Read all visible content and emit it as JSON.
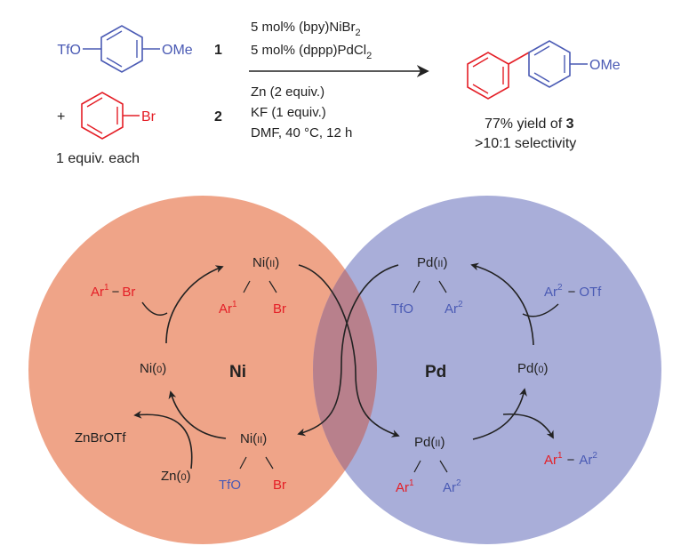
{
  "colors": {
    "ni_cycle_fill": "#efa488",
    "pd_cycle_fill": "#a9aed9",
    "overlap_fill": "#b8808c",
    "aryl_red": "#e41e26",
    "aryl_blue": "#4a5ab4",
    "text": "#222222"
  },
  "reaction": {
    "reactant1_substituent_left": "TfO",
    "reactant1_substituent_right": "OMe",
    "reactant1_number": "1",
    "plus": "+",
    "reactant2_substituent": "Br",
    "reactant2_number": "2",
    "equiv_note": "1 equiv. each",
    "conditions": [
      "5 mol% (bpy)NiBr",
      "5 mol% (dppp)PdCl",
      "Zn (2 equiv.)",
      "KF (1 equiv.)",
      "DMF, 40 °C, 12 h"
    ],
    "condition_subscripts": [
      "2",
      "2"
    ],
    "product_substituent": "OMe",
    "yield_text": "77% yield of ",
    "yield_compound": "3",
    "selectivity": ">10:1 selectivity"
  },
  "ni_cycle": {
    "center_label": "Ni",
    "ni0": "Ni(0)",
    "ni2_top": "Ni(II)",
    "ni2_top_left": "Ar",
    "ni2_top_left_sup": "1",
    "ni2_top_right": "Br",
    "ni2_bottom": "Ni(II)",
    "ni2_bottom_left": "TfO",
    "ni2_bottom_right": "Br",
    "substrate": "Ar",
    "substrate_sup": "1",
    "substrate_dash": "−",
    "substrate_x": "Br",
    "reductant": "Zn(0)",
    "byproduct": "ZnBrOTf"
  },
  "pd_cycle": {
    "center_label": "Pd",
    "pd0": "Pd(0)",
    "pd2_top": "Pd(II)",
    "pd2_top_left": "TfO",
    "pd2_top_right": "Ar",
    "pd2_top_right_sup": "2",
    "pd2_bottom": "Pd(II)",
    "pd2_bottom_left": "Ar",
    "pd2_bottom_left_sup": "1",
    "pd2_bottom_right": "Ar",
    "pd2_bottom_right_sup": "2",
    "substrate": "Ar",
    "substrate_sup": "2",
    "substrate_dash": "−",
    "substrate_x": "OTf",
    "product_a": "Ar",
    "product_a_sup": "1",
    "product_dash": "−",
    "product_b": "Ar",
    "product_b_sup": "2"
  }
}
